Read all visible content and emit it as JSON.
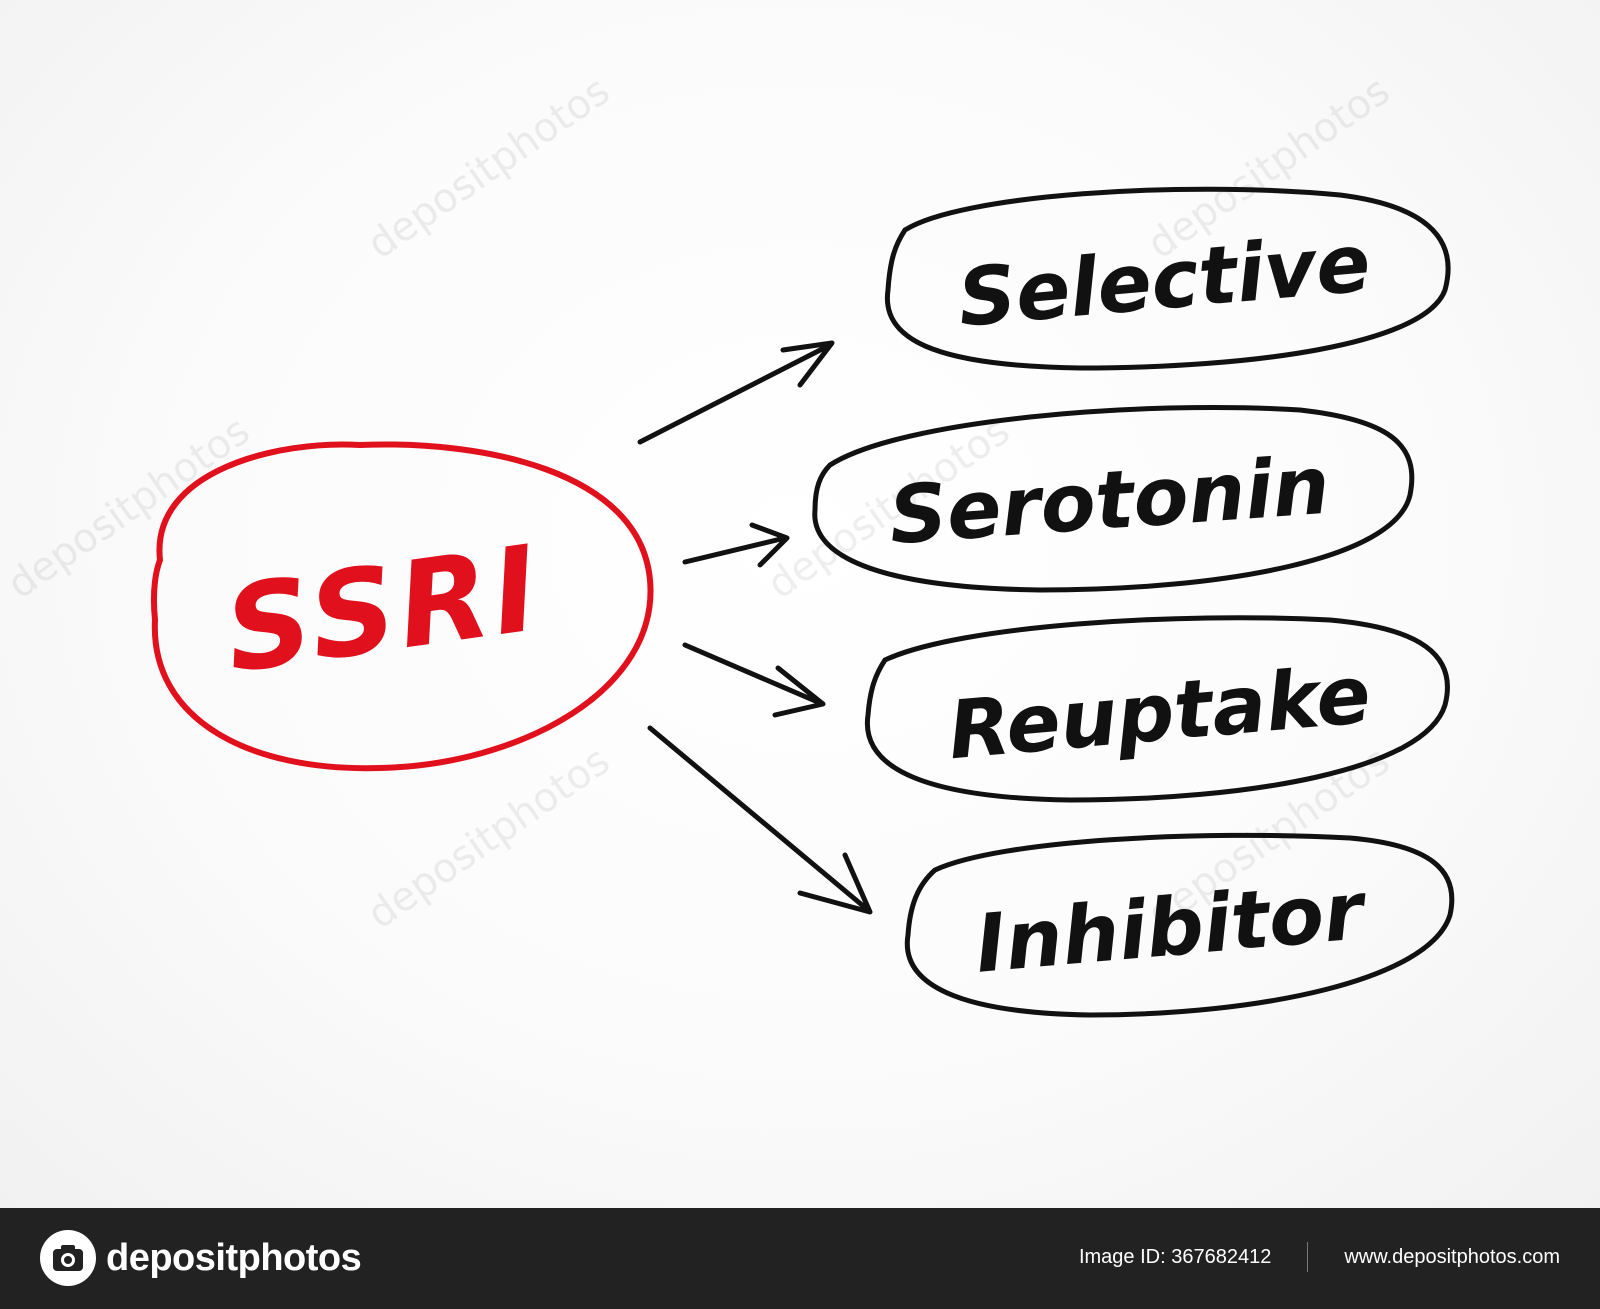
{
  "diagram": {
    "center": {
      "label": "SSRI",
      "color": "#e0101c"
    },
    "items": [
      {
        "label": "Selective"
      },
      {
        "label": "Serotonin"
      },
      {
        "label": "Reuptake"
      },
      {
        "label": "Inhibitor"
      }
    ],
    "ink_color": "#111111"
  },
  "footer": {
    "logo_text": "depositphotos",
    "image_id": "Image ID: 367682412",
    "website": "www.depositphotos.com",
    "background": "#222222"
  },
  "watermark": {
    "text": "depositphotos"
  }
}
